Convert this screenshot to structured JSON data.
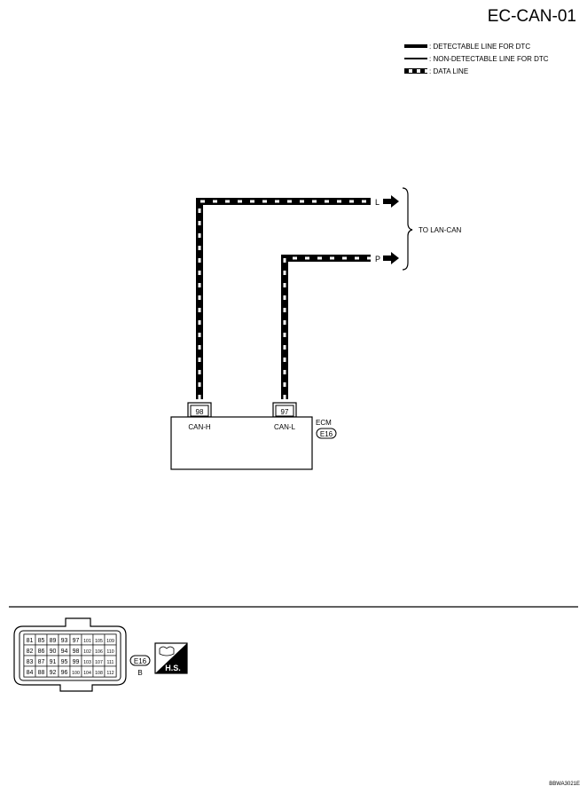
{
  "title": "EC-CAN-01",
  "legend": [
    {
      "style": "detectable",
      "label": ": DETECTABLE LINE FOR DTC"
    },
    {
      "style": "nondetectable",
      "label": ": NON-DETECTABLE LINE FOR DTC"
    },
    {
      "style": "data",
      "label": ": DATA LINE"
    }
  ],
  "destination": "TO LAN-CAN",
  "wires": [
    {
      "color_code": "L",
      "pin": "98",
      "signal": "CAN-H"
    },
    {
      "color_code": "P",
      "pin": "97",
      "signal": "CAN-L"
    }
  ],
  "unit": {
    "name": "ECM",
    "connector": "E16"
  },
  "connector_view": {
    "pin_rows": [
      [
        "81",
        "85",
        "89",
        "93",
        "97",
        "101",
        "105",
        "109"
      ],
      [
        "82",
        "86",
        "90",
        "94",
        "98",
        "102",
        "106",
        "110"
      ],
      [
        "83",
        "87",
        "91",
        "95",
        "99",
        "103",
        "107",
        "111"
      ],
      [
        "84",
        "88",
        "92",
        "96",
        "100",
        "104",
        "108",
        "112"
      ]
    ],
    "connector_id": "E16",
    "connector_color": "B",
    "hs_badge": "H.S."
  },
  "figure_code": "BBWA3021E"
}
